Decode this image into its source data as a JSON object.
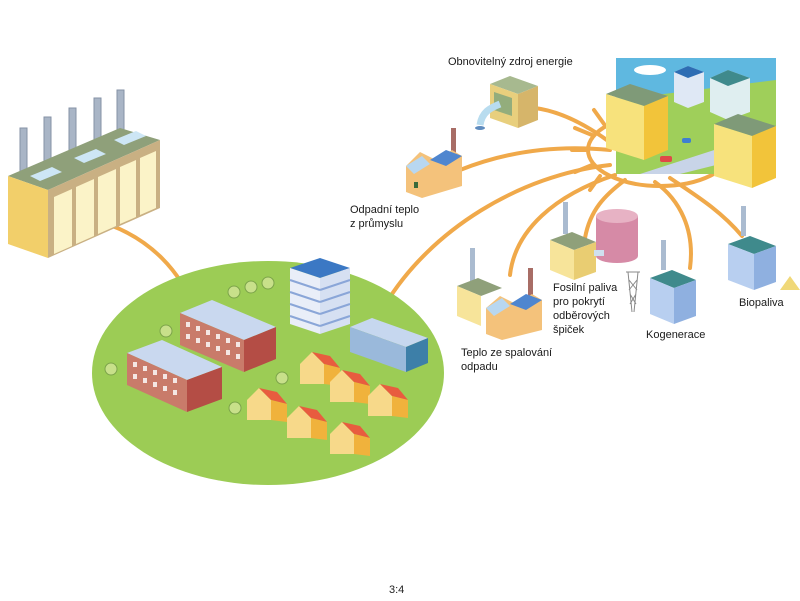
{
  "diagram": {
    "title": "District heating system",
    "colors": {
      "pipe": "#f0a94a",
      "district_ground": "#9ccc55",
      "background": "#ffffff"
    },
    "nodes": [
      {
        "id": "renewable",
        "label_lines": [
          "Obnovitelný zdroj energie"
        ],
        "icon": "hydro-building-icon"
      },
      {
        "id": "industry_waste_heat",
        "label_lines": [
          "Odpadní teplo",
          "z průmyslu"
        ],
        "icon": "industrial-factory-icon"
      },
      {
        "id": "waste_incineration",
        "label_lines": [
          "Teplo ze spalování",
          "odpadu"
        ],
        "icon": "incineration-plant-icon"
      },
      {
        "id": "fossil_peak",
        "label_lines": [
          "Fosilní paliva",
          "pro pokrytí",
          "odběrových",
          "špiček"
        ],
        "icon": "fossil-plant-tank-icon"
      },
      {
        "id": "cogeneration",
        "label_lines": [
          "Kogenerace"
        ],
        "icon": "cogeneration-plant-icon"
      },
      {
        "id": "biofuel",
        "label_lines": [
          "Biopaliva"
        ],
        "icon": "biomass-plant-icon"
      },
      {
        "id": "power_plant",
        "label_lines": [],
        "icon": "large-power-plant-icon"
      },
      {
        "id": "city",
        "label_lines": [],
        "icon": "city-block-icon"
      },
      {
        "id": "residential_district",
        "label_lines": [],
        "icon": "residential-district-icon"
      }
    ],
    "edges": [
      [
        "power_plant",
        "residential_district"
      ],
      [
        "residential_district",
        "city"
      ],
      [
        "renewable",
        "city"
      ],
      [
        "industry_waste_heat",
        "city"
      ],
      [
        "waste_incineration",
        "city"
      ],
      [
        "fossil_peak",
        "city"
      ],
      [
        "cogeneration",
        "city"
      ],
      [
        "biofuel",
        "city"
      ]
    ]
  },
  "labels": {
    "renewable": [
      "Obnovitelný zdroj energie"
    ],
    "industry": [
      "Odpadní teplo",
      "z průmyslu"
    ],
    "incineration": [
      "Teplo ze spalování",
      "odpadu"
    ],
    "fossil": [
      "Fosilní paliva",
      "pro pokrytí",
      "odběrových",
      "špiček"
    ],
    "cogeneration": [
      "Kogenerace"
    ],
    "biofuel": [
      "Biopaliva"
    ]
  },
  "footer": {
    "page_label": "3:4"
  }
}
